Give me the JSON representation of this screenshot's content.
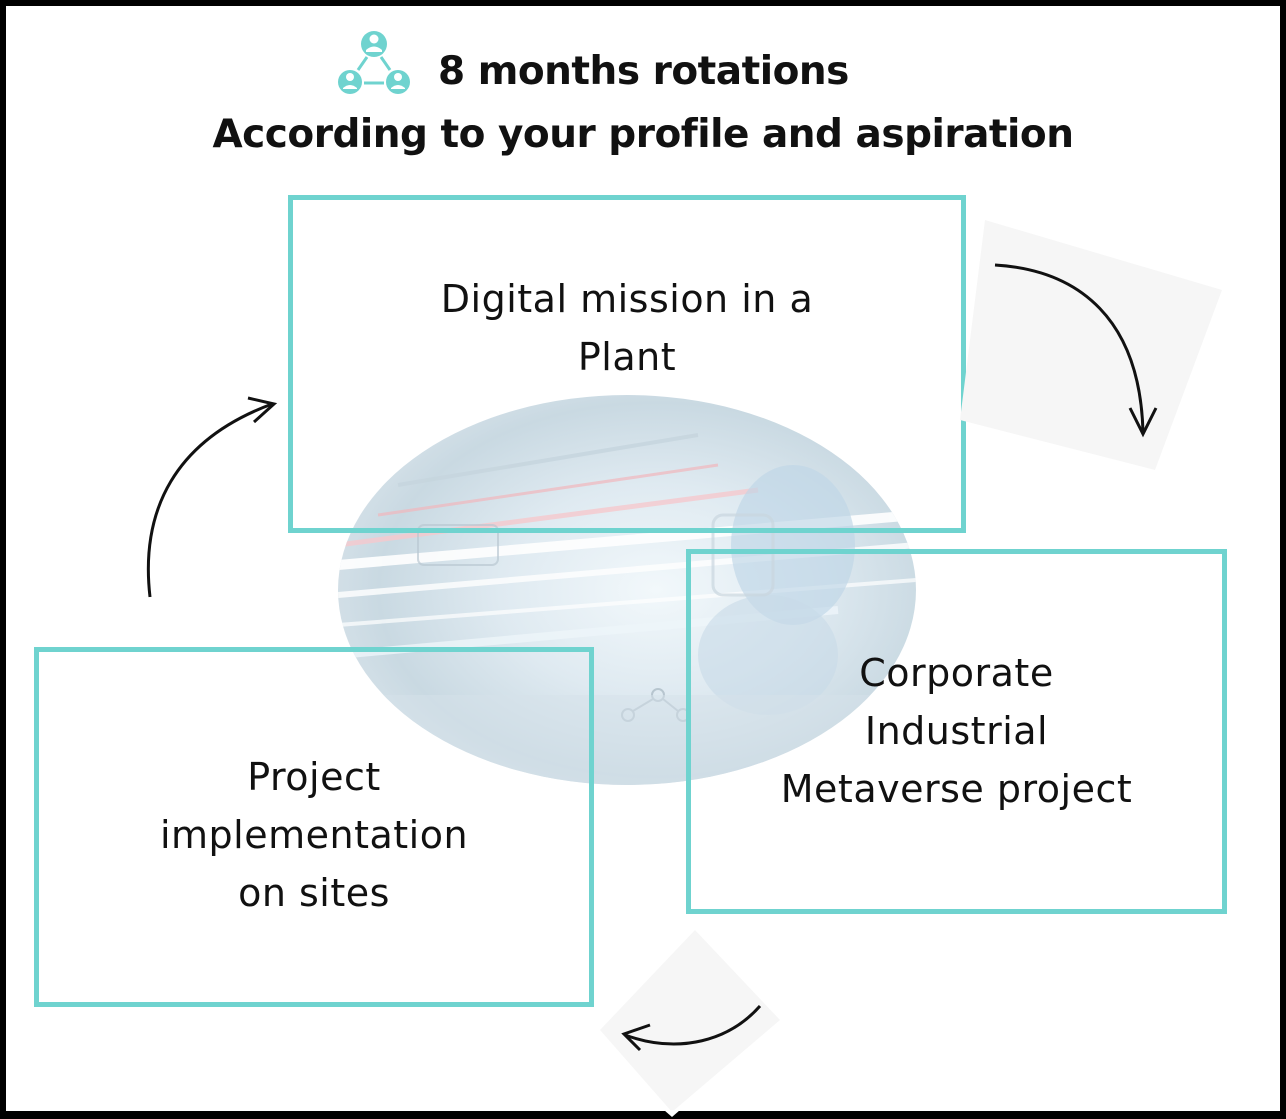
{
  "header": {
    "title": "8 months rotations",
    "subtitle": "According to your profile and aspiration",
    "icon": "team-network-icon",
    "accent_color": "#6fd3cf"
  },
  "steps": [
    {
      "label_line1": "Digital mission in a",
      "label_line2": "Plant"
    },
    {
      "label_line1": "Corporate",
      "label_line2": "Industrial",
      "label_line3": "Metaverse project"
    },
    {
      "label_line1": "Project",
      "label_line2": "implementation",
      "label_line3": "on sites"
    }
  ],
  "colors": {
    "box_border": "#6fd3cf",
    "text": "#111111",
    "frame": "#000000"
  }
}
